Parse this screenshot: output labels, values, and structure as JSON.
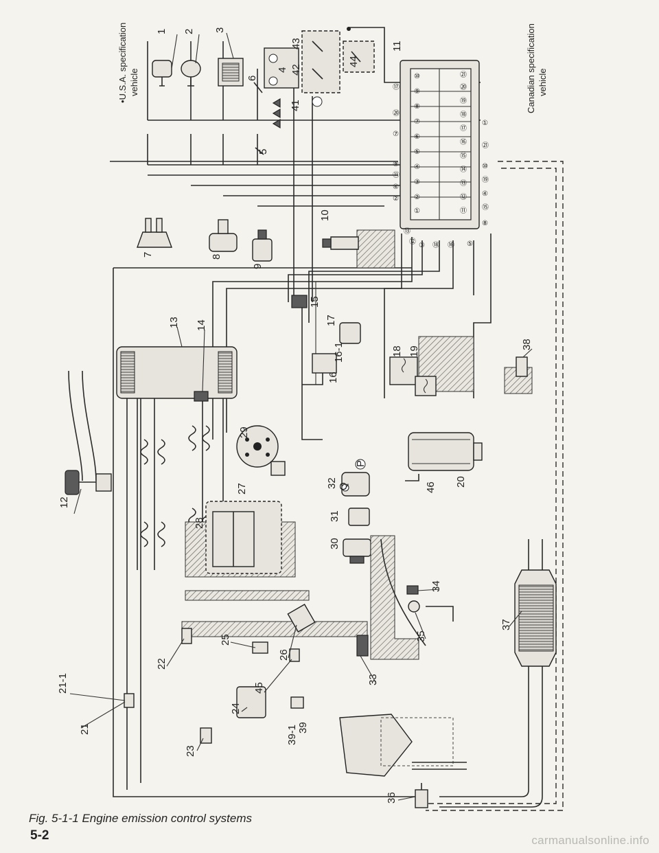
{
  "figure": {
    "caption": "Fig. 5-1-1 Engine emission control systems",
    "page_number": "5-2",
    "notes": {
      "usa": "•U.S.A. specification",
      "usa_2": "vehicle",
      "canada": "Canadian specification",
      "canada_2": "vehicle"
    },
    "watermark": "carmanualsonline.info"
  },
  "callouts": {
    "c1": "1",
    "c2": "2",
    "c3": "3",
    "c4": "4",
    "c5": "5",
    "c6": "6",
    "c7": "7",
    "c8": "8",
    "c9": "9",
    "c10": "10",
    "c11": "11",
    "c12": "12",
    "c13": "13",
    "c14": "14",
    "c15": "15",
    "c16": "16",
    "c16_1": "16-1",
    "c17": "17",
    "c18": "18",
    "c19": "19",
    "c20": "20",
    "c21": "21",
    "c21_1": "21-1",
    "c22": "22",
    "c23": "23",
    "c24": "24",
    "c25": "25",
    "c26": "26",
    "c27": "27",
    "c28": "28",
    "c29": "29",
    "c30": "30",
    "c31": "31",
    "c32": "32",
    "c33": "33",
    "c34": "34",
    "c35": "35",
    "c36": "36",
    "c37": "37",
    "c38": "38",
    "c39": "39",
    "c39_1": "39-1",
    "c41": "41",
    "c42": "42",
    "c43": "43",
    "c44": "44",
    "c45": "45",
    "c46": "46",
    "port_p": "P",
    "port_q": "Q"
  },
  "connector": {
    "outer_pins": [
      "⑬",
      "⑫",
      "③",
      "⑱",
      "⑯",
      "⑤",
      "⑧",
      "⑮",
      "④",
      "⑲",
      "⑩",
      "㉑",
      "①",
      "⑦",
      "⑳",
      "⑰",
      "②",
      "④",
      "⑪",
      "⑨"
    ],
    "block_top": [
      "①",
      "②",
      "③",
      "④",
      "⑤",
      "⑥",
      "⑦",
      "⑧",
      "⑨",
      "⑩"
    ],
    "block_bottom": [
      "⑪",
      "⑫",
      "⑬",
      "⑭",
      "⑮",
      "⑯",
      "⑰",
      "⑱",
      "⑲",
      "⑳",
      "㉑"
    ]
  }
}
